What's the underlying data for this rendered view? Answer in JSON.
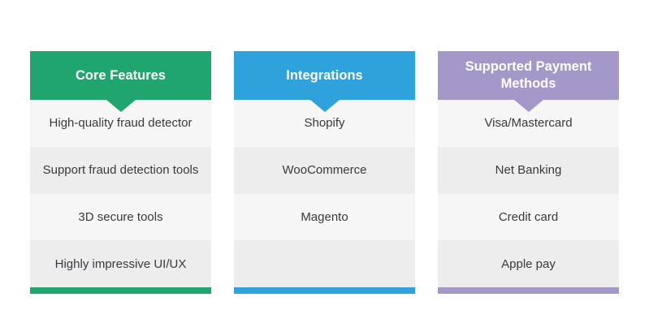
{
  "table": {
    "columns": [
      {
        "header": "Core Features",
        "accent": "#21a56f",
        "rows": [
          "High-quality fraud detector",
          "Support fraud detection tools",
          "3D secure tools",
          "Highly impressive UI/UX"
        ]
      },
      {
        "header": "Integrations",
        "accent": "#2fa2db",
        "rows": [
          "Shopify",
          "WooCommerce",
          "Magento",
          ""
        ]
      },
      {
        "header": "Supported Payment Methods",
        "accent": "#a498c9",
        "rows": [
          "Visa/Mastercard",
          "Net Banking",
          "Credit card",
          "Apple pay"
        ]
      }
    ],
    "colors": {
      "row_light": "#f6f6f7",
      "row_dark": "#ededee",
      "row_text": "#3a3a3c",
      "header_text": "#ffffff",
      "background": "#ffffff"
    }
  },
  "chart_data": {
    "type": "table",
    "columns": [
      "Core Features",
      "Integrations",
      "Supported Payment Methods"
    ],
    "rows": [
      [
        "High-quality fraud detector",
        "Shopify",
        "Visa/Mastercard"
      ],
      [
        "Support fraud detection tools",
        "WooCommerce",
        "Net Banking"
      ],
      [
        "3D secure tools",
        "Magento",
        "Credit card"
      ],
      [
        "Highly impressive UI/UX",
        "",
        "Apple pay"
      ]
    ],
    "title": "",
    "legend_position": "none",
    "grid": false
  }
}
